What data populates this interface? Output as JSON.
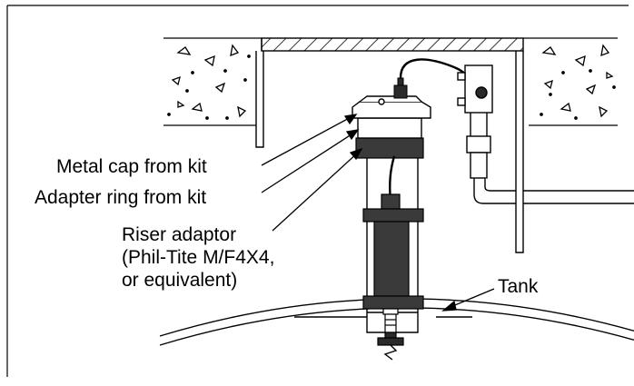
{
  "labels": {
    "metal_cap": "Metal cap from kit",
    "adapter_ring": "Adapter ring from kit",
    "riser_line1": "Riser adaptor",
    "riser_line2": "(Phil-Tite M/F4X4,",
    "riser_line3": "or equivalent)",
    "tank": "Tank"
  },
  "colors": {
    "line": "#000000",
    "fill_dark": "#2a2a2a",
    "fill_mid": "#3a3a3a",
    "background": "#ffffff"
  }
}
